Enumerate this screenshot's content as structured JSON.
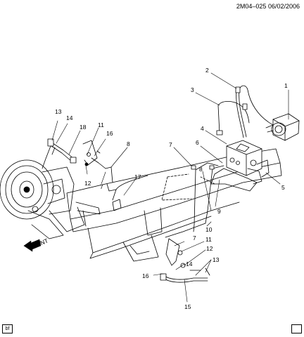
{
  "header": {
    "code": "2M04–025 06/02/2006"
  },
  "front_label": "FRONT",
  "corners": {
    "left": "bf",
    "right": ""
  },
  "callouts": [
    {
      "id": "c1",
      "text": "1"
    },
    {
      "id": "c2",
      "text": "2"
    },
    {
      "id": "c3",
      "text": "3"
    },
    {
      "id": "c4",
      "text": "4"
    },
    {
      "id": "c5",
      "text": "5"
    },
    {
      "id": "c6",
      "text": "6"
    },
    {
      "id": "c7a",
      "text": "7"
    },
    {
      "id": "c7b",
      "text": "7"
    },
    {
      "id": "c7c",
      "text": "7"
    },
    {
      "id": "c8a",
      "text": "8"
    },
    {
      "id": "c8b",
      "text": "8"
    },
    {
      "id": "c9",
      "text": "9"
    },
    {
      "id": "c10",
      "text": "10"
    },
    {
      "id": "c11a",
      "text": "11"
    },
    {
      "id": "c11b",
      "text": "11"
    },
    {
      "id": "c12a",
      "text": "12"
    },
    {
      "id": "c12b",
      "text": "12"
    },
    {
      "id": "c13a",
      "text": "13"
    },
    {
      "id": "c13b",
      "text": "13"
    },
    {
      "id": "c14a",
      "text": "14"
    },
    {
      "id": "c14b",
      "text": "14"
    },
    {
      "id": "c15",
      "text": "15"
    },
    {
      "id": "c16a",
      "text": "16"
    },
    {
      "id": "c16b",
      "text": "16"
    },
    {
      "id": "c17",
      "text": "17"
    },
    {
      "id": "c18",
      "text": "18"
    }
  ]
}
